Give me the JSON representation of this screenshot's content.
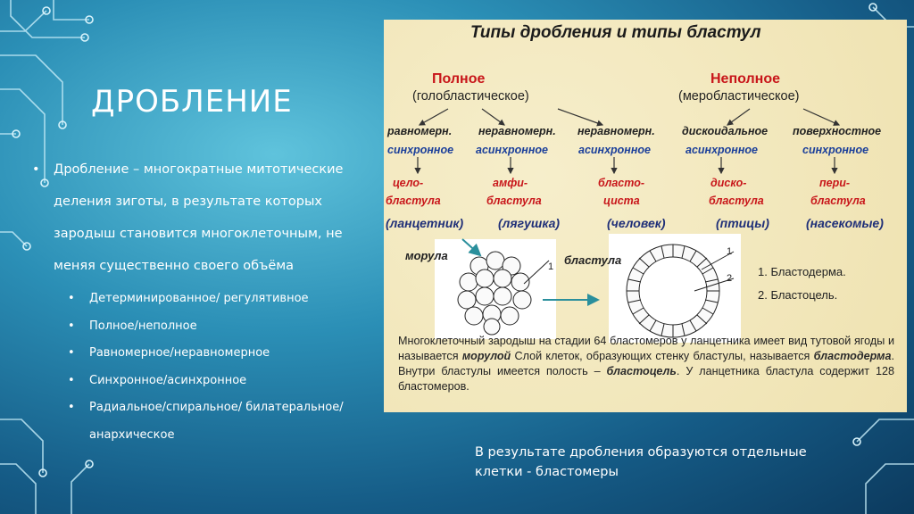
{
  "slide": {
    "title": "ДРОБЛЕНИЕ",
    "bullet_char": "•",
    "main_point": "Дробление – многократные митотические деления зиготы, в результате которых зародыш становится многоклеточным, не меняя существенно своего объёма",
    "sub_points": [
      "Детерминированное/ регулятивное",
      "Полное/неполное",
      "Равномерное/неравномерное",
      "Синхронное/асинхронное",
      "Радиальное/спиральное/ билатеральное/анархическое"
    ],
    "note": "В результате дробления образуются отдельные клетки - бластомеры"
  },
  "figure": {
    "title": "Типы дробления и типы бластул",
    "full": {
      "label": "Полное",
      "sub": "(голобластическое)"
    },
    "partial": {
      "label": "Неполное",
      "sub": "(меробластическое)"
    },
    "types": [
      "равномерн.",
      "неравномерн.",
      "неравномерн.",
      "дискоидальное",
      "поверхностное"
    ],
    "sync": [
      "синхронное",
      "асинхронное",
      "асинхронное",
      "асинхронное",
      "синхронное"
    ],
    "blastulae": [
      [
        "цело-",
        "бластула"
      ],
      [
        "амфи-",
        "бластула"
      ],
      [
        "бласто-",
        "циста"
      ],
      [
        "диско-",
        "бластула"
      ],
      [
        "пери-",
        "бластула"
      ]
    ],
    "examples": [
      "(ланцетник)",
      "(лягушка)",
      "(человек)",
      "(птицы)",
      "(насекомые)"
    ],
    "morula_label": "морула",
    "blastula_label": "бластула",
    "pointer_1": "1",
    "pointer_2": "2",
    "legend": [
      "1.  Бластодерма.",
      "2.  Бластоцель."
    ],
    "description": {
      "p1": "Многоклеточный зародыш на стадии 64 бластомеров у ланцетника имеет вид тутовой ягоды и называется ",
      "term1": "морулой",
      "p2": " Слой клеток, образующих стенку бластулы, называется ",
      "term2": "бластодерма",
      "p3": ". Внутри бластулы имеется полость – ",
      "term3": "бластоцель",
      "p4": ". У ланцетника бластула содержит 128 бластомеров."
    }
  },
  "colors": {
    "accent_red": "#c8161a",
    "accent_blue": "#1b3f9a",
    "panel_bg": "#f3e9bf"
  }
}
